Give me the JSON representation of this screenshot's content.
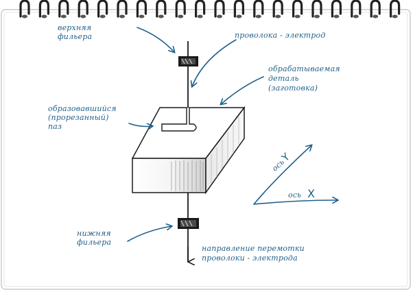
{
  "labels": {
    "upper_guide": [
      "верхняя",
      "фильера"
    ],
    "wire_electrode": "проволока - электрод",
    "workpiece": [
      "обрабатываемая",
      "деталь",
      "(заготовка)"
    ],
    "cut_slot": [
      "образовавшийся",
      "(прорезанный)",
      "паз"
    ],
    "lower_guide": [
      "нижняя",
      "фильера"
    ],
    "wire_direction": [
      "направление перемотки",
      "проволоки - электрода"
    ],
    "axis_x": "X",
    "axis_x_prefix": "ось",
    "axis_y": "Y",
    "axis_y_prefix": "ось"
  },
  "colors": {
    "ink": "#1a1a1a",
    "annotation_blue": "#1f5f8b",
    "paper": "#ffffff",
    "spiral": "#222222"
  }
}
